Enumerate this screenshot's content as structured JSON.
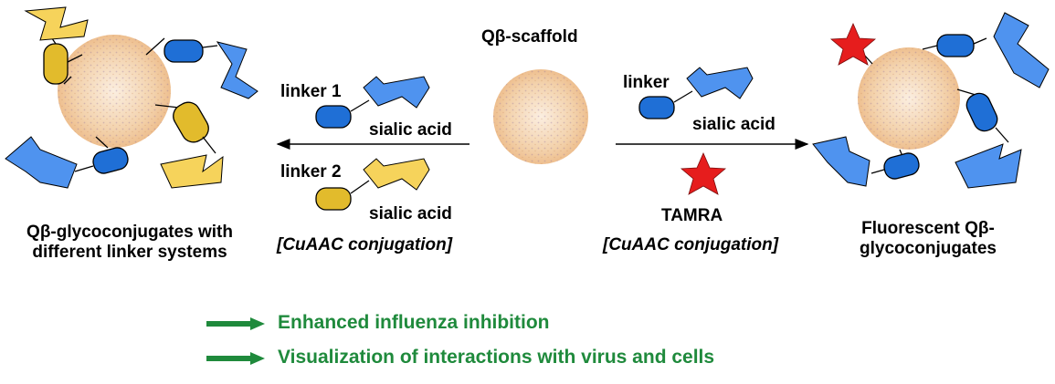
{
  "scaffold_title": "Qβ-scaffold",
  "left_branch": {
    "linker1_label": "linker 1",
    "sialic1_label": "sialic acid",
    "linker2_label": "linker 2",
    "sialic2_label": "sialic acid",
    "conjugation_label": "[CuAAC conjugation]"
  },
  "right_branch": {
    "linker_label": "linker",
    "sialic_label": "sialic acid",
    "dye_label": "TAMRA",
    "conjugation_label": "[CuAAC conjugation]"
  },
  "left_product": {
    "line1": "Qβ-glycoconjugates with",
    "line2": "different linker systems"
  },
  "right_product": {
    "line1": "Fluorescent Qβ-",
    "line2": "glycoconjugates"
  },
  "outcomes": [
    "Enhanced influenza inhibition",
    "Visualization of interactions with virus and cells"
  ],
  "colors": {
    "blue_linker": "#1f6fd6",
    "yellow_linker": "#e2bb2c",
    "sialic_blue": "#4f93ef",
    "sialic_yellow": "#f6d35b",
    "particle": "#f2cfa4",
    "star": "#e61d1d",
    "green": "#1f8a3c"
  }
}
